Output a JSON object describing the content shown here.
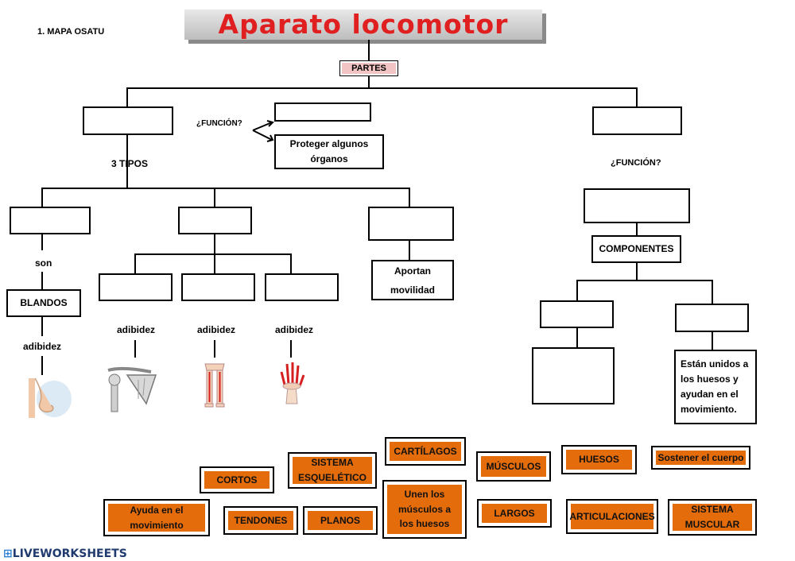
{
  "header": {
    "exercise_label": "1. MAPA OSATU",
    "title": "Aparato locomotor"
  },
  "diagram": {
    "root": "PARTES",
    "funcion_left": "¿FUNCIÓN?",
    "funcion_right": "¿FUNCIÓN?",
    "protect_text": "Proteger algunos órganos",
    "tres_tipos": "3 TIPOS",
    "son": "son",
    "blandos": "BLANDOS",
    "adibidez": "adibidez",
    "aportan": "Aportan movilidad",
    "componentes": "COMPONENTES",
    "unidos": "Están unidos a los huesos y ayudan en el movimiento."
  },
  "answer_cards": [
    {
      "label": "CORTOS"
    },
    {
      "label": "SISTEMA ESQUELÉTICO"
    },
    {
      "label": "CARTÍLAGOS"
    },
    {
      "label": "MÚSCULOS"
    },
    {
      "label": "HUESOS"
    },
    {
      "label": "Sostener el cuerpo"
    },
    {
      "label": "Ayuda en el movimiento"
    },
    {
      "label": "TENDONES"
    },
    {
      "label": "PLANOS"
    },
    {
      "label": "Unen los músculos a los huesos"
    },
    {
      "label": "LARGOS"
    },
    {
      "label": "ARTICULACIONES"
    },
    {
      "label": "SISTEMA MUSCULAR"
    }
  ],
  "footer": {
    "logo_text": "LIVEWORKSHEETS"
  },
  "colors": {
    "card_fill": "#e46c0a",
    "title": "#e02020",
    "partes_fill": "#f2c4c4"
  }
}
